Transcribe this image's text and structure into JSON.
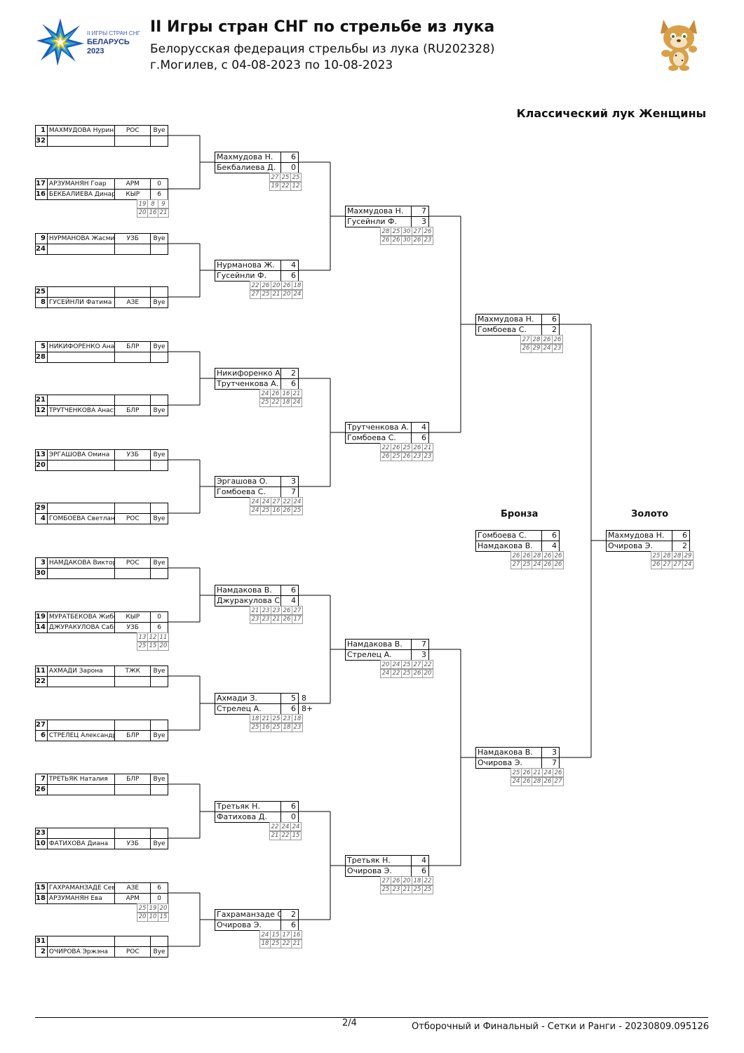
{
  "header": {
    "logo_line1": "II ИГРЫ СТРАН СНГ",
    "logo_line2": "БЕЛАРУСЬ",
    "logo_line3": "2023",
    "title": "II Игры стран СНГ по стрельбе из лука",
    "subtitle1": "Белорусская федерация стрельбы из лука (RU202328)",
    "subtitle2": "г.Могилев, с 04-08-2023 по 10-08-2023",
    "event": "Классический лук Женщины"
  },
  "round1": [
    {
      "a": {
        "seed": "1",
        "name": "МАХМУДОВА Нуриниссо",
        "country": "РОС",
        "result": "Bye"
      },
      "b": {
        "seed": "32",
        "name": "",
        "country": "",
        "result": ""
      }
    },
    {
      "a": {
        "seed": "17",
        "name": "АРЗУМАНЯН Гоар",
        "country": "АРМ",
        "result": "0"
      },
      "b": {
        "seed": "16",
        "name": "БЕКБАЛИЕВА Динар",
        "country": "КЫР",
        "result": "6"
      },
      "ends": [
        [
          "19",
          "8",
          "9"
        ],
        [
          "20",
          "16",
          "21"
        ]
      ]
    },
    {
      "a": {
        "seed": "9",
        "name": "НУРМАНОВА Жасмина",
        "country": "УЗБ",
        "result": "Bye"
      },
      "b": {
        "seed": "24",
        "name": "",
        "country": "",
        "result": ""
      }
    },
    {
      "a": {
        "seed": "25",
        "name": "",
        "country": "",
        "result": ""
      },
      "b": {
        "seed": "8",
        "name": "ГУСЕЙНЛИ Фатима",
        "country": "АЗЕ",
        "result": "Bye"
      }
    },
    {
      "a": {
        "seed": "5",
        "name": "НИКИФОРЕНКО Анастасия",
        "country": "БЛР",
        "result": "Bye"
      },
      "b": {
        "seed": "28",
        "name": "",
        "country": "",
        "result": ""
      }
    },
    {
      "a": {
        "seed": "21",
        "name": "",
        "country": "",
        "result": ""
      },
      "b": {
        "seed": "12",
        "name": "ТРУТЧЕНКОВА Анастасия",
        "country": "БЛР",
        "result": "Bye"
      }
    },
    {
      "a": {
        "seed": "13",
        "name": "ЭРГАШОВА Омина",
        "country": "УЗБ",
        "result": "Bye"
      },
      "b": {
        "seed": "20",
        "name": "",
        "country": "",
        "result": ""
      }
    },
    {
      "a": {
        "seed": "29",
        "name": "",
        "country": "",
        "result": ""
      },
      "b": {
        "seed": "4",
        "name": "ГОМБОЕВА Светлана",
        "country": "РОС",
        "result": "Bye"
      }
    },
    {
      "a": {
        "seed": "3",
        "name": "НАМДАКОВА Виктория",
        "country": "РОС",
        "result": "Bye"
      },
      "b": {
        "seed": "30",
        "name": "",
        "country": "",
        "result": ""
      }
    },
    {
      "a": {
        "seed": "19",
        "name": "МУРАТБЕКОВА Жибек",
        "country": "КЫР",
        "result": "0"
      },
      "b": {
        "seed": "14",
        "name": "ДЖУРАКУЛОВА Сабина",
        "country": "УЗБ",
        "result": "6"
      },
      "ends": [
        [
          "13",
          "12",
          "11"
        ],
        [
          "25",
          "15",
          "20"
        ]
      ]
    },
    {
      "a": {
        "seed": "11",
        "name": "АХМАДИ Зарона",
        "country": "ТЖК",
        "result": "Bye"
      },
      "b": {
        "seed": "22",
        "name": "",
        "country": "",
        "result": ""
      }
    },
    {
      "a": {
        "seed": "27",
        "name": "",
        "country": "",
        "result": ""
      },
      "b": {
        "seed": "6",
        "name": "СТРЕЛЕЦ Александра",
        "country": "БЛР",
        "result": "Bye"
      }
    },
    {
      "a": {
        "seed": "7",
        "name": "ТРЕТЬЯК Наталия",
        "country": "БЛР",
        "result": "Bye"
      },
      "b": {
        "seed": "26",
        "name": "",
        "country": "",
        "result": ""
      }
    },
    {
      "a": {
        "seed": "23",
        "name": "",
        "country": "",
        "result": ""
      },
      "b": {
        "seed": "10",
        "name": "ФАТИХОВА Диана",
        "country": "УЗБ",
        "result": "Bye"
      }
    },
    {
      "a": {
        "seed": "15",
        "name": "ГАХРАМАНЗАДЕ Севин",
        "country": "АЗЕ",
        "result": "6"
      },
      "b": {
        "seed": "18",
        "name": "АРЗУМАНЯН Ева",
        "country": "АРМ",
        "result": "0"
      },
      "ends": [
        [
          "25",
          "19",
          "20"
        ],
        [
          "20",
          "10",
          "15"
        ]
      ]
    },
    {
      "a": {
        "seed": "31",
        "name": "",
        "country": "",
        "result": ""
      },
      "b": {
        "seed": "2",
        "name": "ОЧИРОВА Эржэна",
        "country": "РОС",
        "result": "Bye"
      }
    }
  ],
  "round2": [
    {
      "a": "Махмудова Н.",
      "as": "6",
      "b": "Бекбалиева Д.",
      "bs": "0",
      "ends": [
        [
          "27",
          "25",
          "25"
        ],
        [
          "19",
          "22",
          "12"
        ]
      ]
    },
    {
      "a": "Нурманова Ж.",
      "as": "4",
      "b": "Гусейнли Ф.",
      "bs": "6",
      "ends": [
        [
          "22",
          "26",
          "20",
          "26",
          "18"
        ],
        [
          "27",
          "25",
          "21",
          "20",
          "24"
        ]
      ]
    },
    {
      "a": "Никифоренко А.",
      "as": "2",
      "b": "Трутченкова А.",
      "bs": "6",
      "ends": [
        [
          "24",
          "26",
          "16",
          "21"
        ],
        [
          "25",
          "22",
          "18",
          "24"
        ]
      ]
    },
    {
      "a": "Эргашова О.",
      "as": "3",
      "b": "Гомбоева С.",
      "bs": "7",
      "ends": [
        [
          "24",
          "24",
          "27",
          "22",
          "24"
        ],
        [
          "24",
          "25",
          "16",
          "26",
          "25"
        ]
      ]
    },
    {
      "a": "Намдакова В.",
      "as": "6",
      "b": "Джуракулова С.",
      "bs": "4",
      "ends": [
        [
          "21",
          "23",
          "23",
          "26",
          "27"
        ],
        [
          "23",
          "23",
          "21",
          "26",
          "17"
        ]
      ]
    },
    {
      "a": "Ахмади З.",
      "as": "5",
      "ax": "8",
      "b": "Стрелец А.",
      "bs": "6",
      "bx": "8+",
      "ends": [
        [
          "18",
          "21",
          "25",
          "23",
          "18"
        ],
        [
          "25",
          "16",
          "25",
          "18",
          "23"
        ]
      ]
    },
    {
      "a": "Третьяк Н.",
      "as": "6",
      "b": "Фатихова Д.",
      "bs": "0",
      "ends": [
        [
          "22",
          "24",
          "24"
        ],
        [
          "21",
          "22",
          "15"
        ]
      ]
    },
    {
      "a": "Гахраманзаде С.",
      "as": "2",
      "b": "Очирова Э.",
      "bs": "6",
      "ends": [
        [
          "24",
          "15",
          "17",
          "16"
        ],
        [
          "18",
          "25",
          "22",
          "21"
        ]
      ]
    }
  ],
  "round3": [
    {
      "a": "Махмудова Н.",
      "as": "7",
      "b": "Гусейнли Ф.",
      "bs": "3",
      "ends": [
        [
          "28",
          "25",
          "30",
          "27",
          "26"
        ],
        [
          "26",
          "26",
          "30",
          "26",
          "23"
        ]
      ]
    },
    {
      "a": "Трутченкова А.",
      "as": "4",
      "b": "Гомбоева С.",
      "bs": "6",
      "ends": [
        [
          "22",
          "26",
          "25",
          "26",
          "21"
        ],
        [
          "26",
          "25",
          "26",
          "23",
          "23"
        ]
      ]
    },
    {
      "a": "Намдакова В.",
      "as": "7",
      "b": "Стрелец А.",
      "bs": "3",
      "ends": [
        [
          "20",
          "24",
          "25",
          "27",
          "22"
        ],
        [
          "24",
          "22",
          "25",
          "26",
          "20"
        ]
      ]
    },
    {
      "a": "Третьяк Н.",
      "as": "4",
      "b": "Очирова Э.",
      "bs": "6",
      "ends": [
        [
          "27",
          "26",
          "20",
          "18",
          "22"
        ],
        [
          "25",
          "23",
          "21",
          "25",
          "25"
        ]
      ]
    }
  ],
  "semis": [
    {
      "a": "Махмудова Н.",
      "as": "6",
      "b": "Гомбоева С.",
      "bs": "2",
      "ends": [
        [
          "27",
          "28",
          "26",
          "26"
        ],
        [
          "26",
          "29",
          "24",
          "23"
        ]
      ]
    },
    {
      "a": "Намдакова В.",
      "as": "3",
      "b": "Очирова Э.",
      "bs": "7",
      "ends": [
        [
          "25",
          "26",
          "21",
          "24",
          "26"
        ],
        [
          "24",
          "26",
          "28",
          "26",
          "27"
        ]
      ]
    }
  ],
  "bronze": {
    "label": "Бронза",
    "a": "Гомбоева С.",
    "as": "6",
    "b": "Намдакова В.",
    "bs": "4",
    "ends": [
      [
        "26",
        "26",
        "28",
        "26",
        "26"
      ],
      [
        "27",
        "25",
        "24",
        "26",
        "26"
      ]
    ]
  },
  "gold": {
    "label": "Золото",
    "a": "Махмудова Н.",
    "as": "6",
    "b": "Очирова Э.",
    "bs": "2",
    "ends": [
      [
        "25",
        "28",
        "28",
        "29"
      ],
      [
        "26",
        "27",
        "27",
        "24"
      ]
    ]
  },
  "footer": {
    "page": "2/4",
    "text": "Отборочный и Финальный - Сетки и Ранги - 20230809.095126"
  }
}
